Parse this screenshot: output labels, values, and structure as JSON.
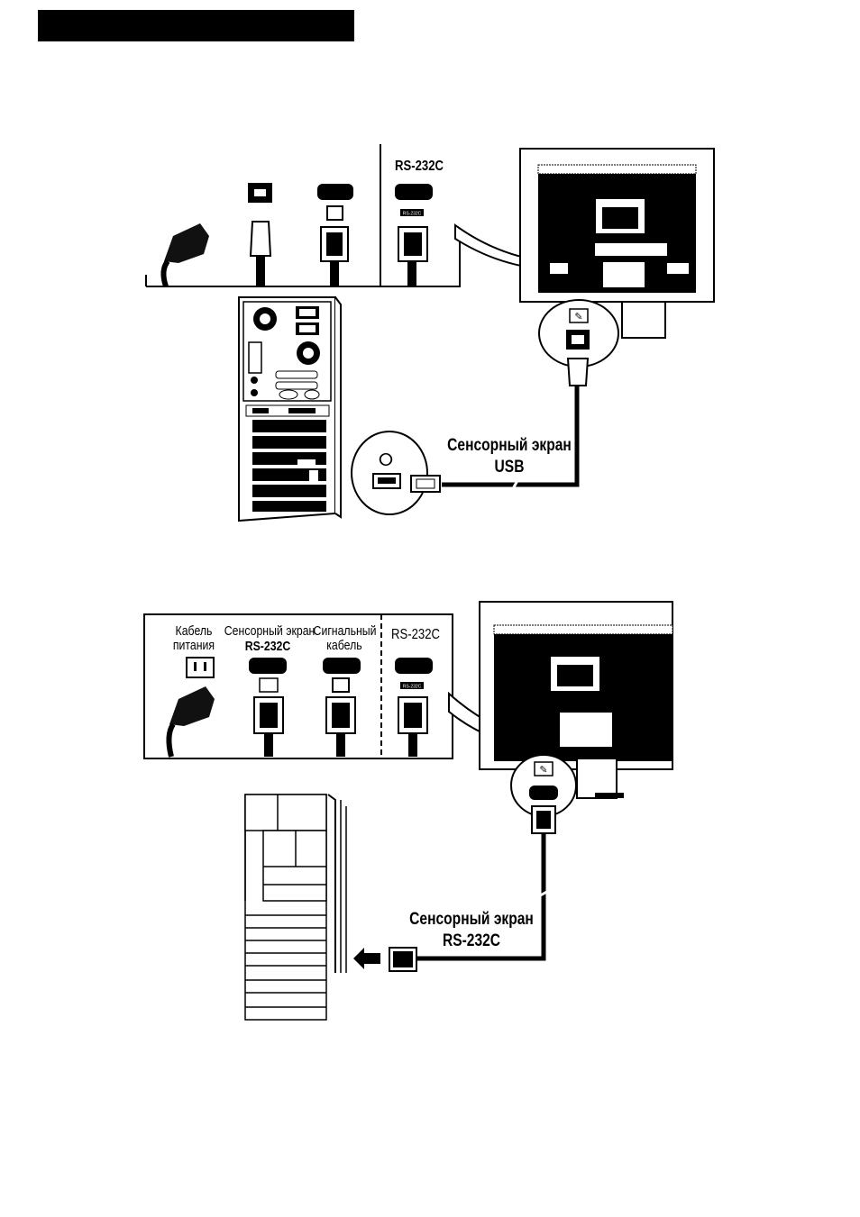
{
  "header": {
    "bar_color": "#000000"
  },
  "diagram_usb": {
    "port_label_rs232c": "RS-232C",
    "port_badge_text": "RS-232C",
    "cable_label_line1": "Сенсорный экран",
    "cable_label_line2": "USB"
  },
  "diagram_rs232c": {
    "label_power_line1": "Кабель",
    "label_power_line2": "питания",
    "label_touch_line1": "Сенсорный экран",
    "label_touch_line2": "RS-232C",
    "label_signal_line1": "Сигнальный",
    "label_signal_line2": "кабель",
    "label_rs232c": "RS-232C",
    "port_badge_text": "RS-232C",
    "cable_label_line1": "Сенсорный экран",
    "cable_label_line2": "RS-232C"
  }
}
